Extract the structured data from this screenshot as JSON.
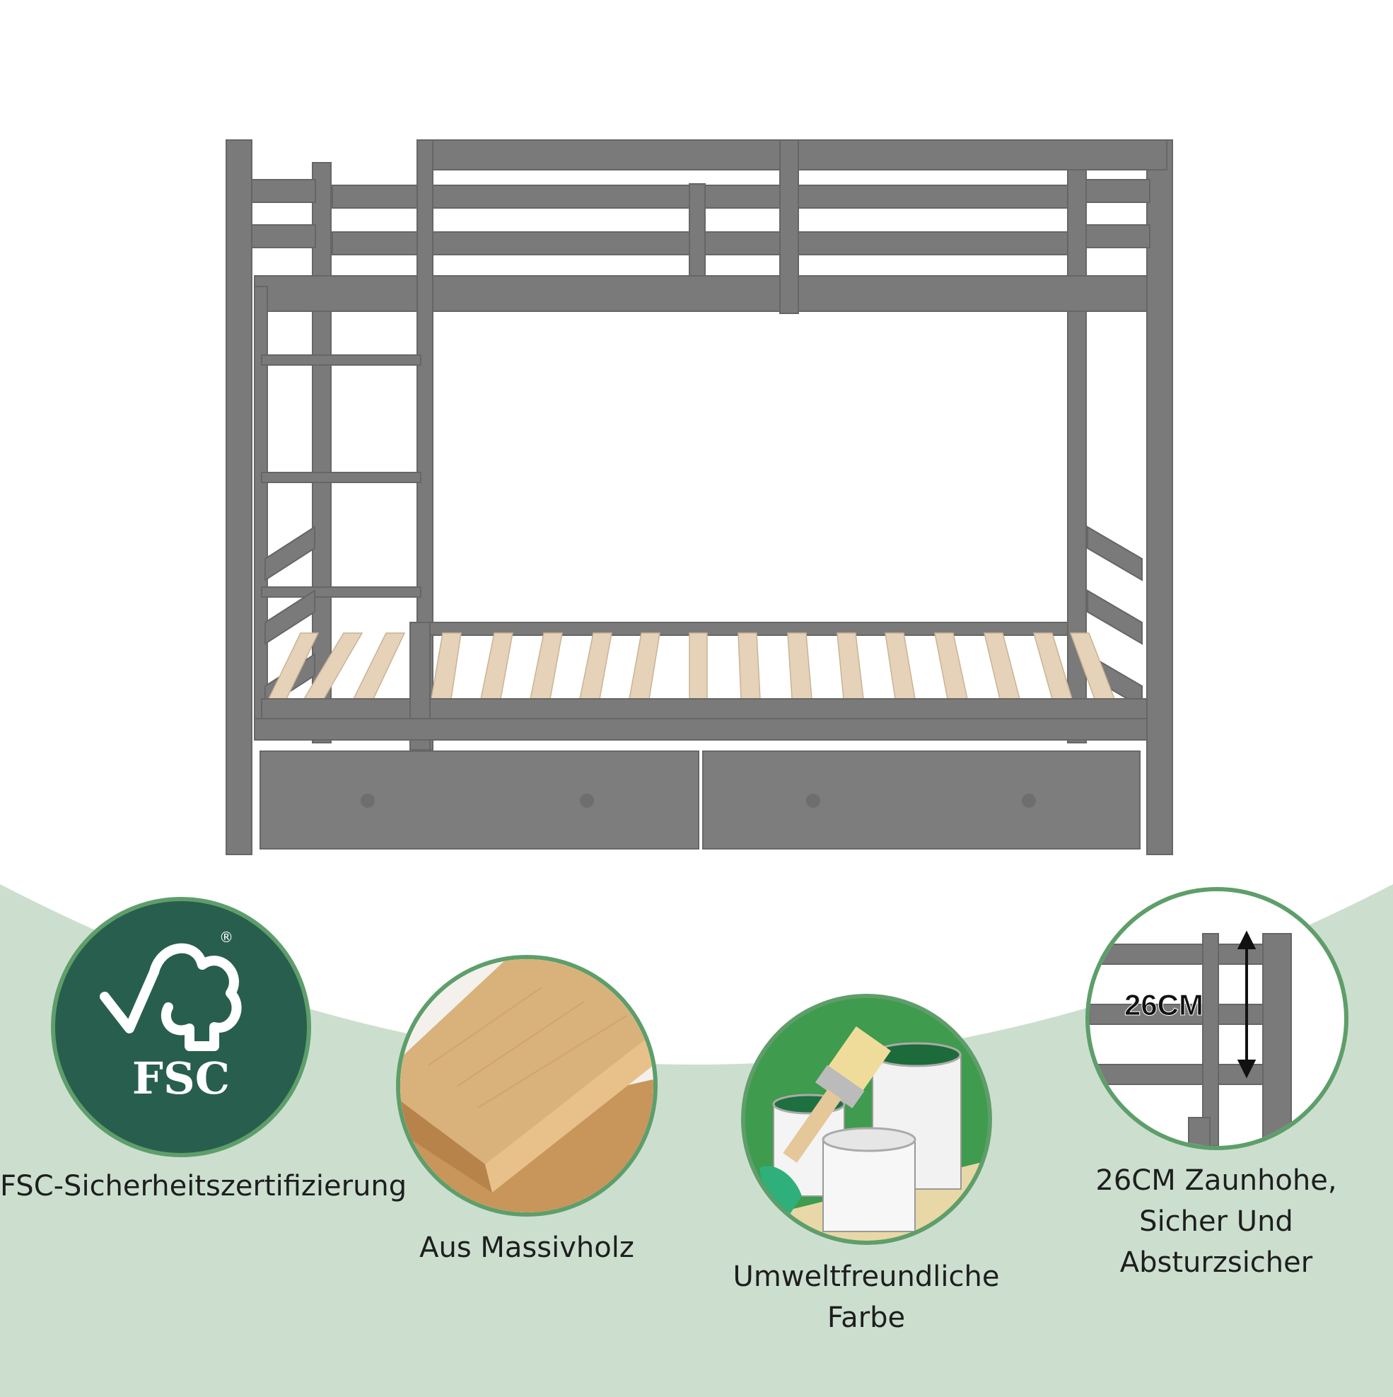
{
  "colors": {
    "bed_gray": "#7a7a7a",
    "bed_gray_dark": "#6a6a6a",
    "slat_wood": "#e6d2b8",
    "background_green": "#ccdfcf",
    "fsc_green": "#285e4e",
    "circle_border": "#5e9e6a"
  },
  "product": {
    "name": "Etagenbett mit Schubladen",
    "drawer_count": 2
  },
  "fence_height_label": "26CM",
  "features": [
    {
      "icon": "fsc-logo-icon",
      "logo_text": "FSC",
      "lines": [
        "FSC-Sicherheitszertifizierung"
      ]
    },
    {
      "icon": "solid-wood-plank-icon",
      "lines": [
        "Aus Massivholz"
      ]
    },
    {
      "icon": "paint-cans-brush-icon",
      "lines": [
        "Umweltfreundliche",
        "Farbe"
      ]
    },
    {
      "icon": "fence-height-icon",
      "lines": [
        "26CM Zaunhohe,",
        "Sicher Und",
        "Absturzsicher"
      ]
    }
  ]
}
